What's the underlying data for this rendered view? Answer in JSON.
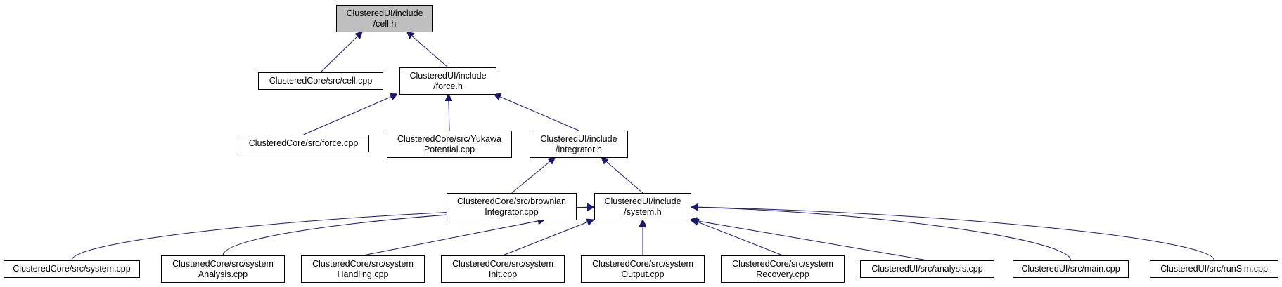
{
  "diagram": {
    "type": "include-dependency-graph",
    "colors": {
      "edge": "#191970",
      "node_border": "#000000",
      "node_fill": "#ffffff",
      "root_fill": "#bfbfbf"
    },
    "nodes": [
      {
        "id": "cell_h",
        "lines": [
          "ClusteredUI/include",
          "/cell.h"
        ],
        "root": true
      },
      {
        "id": "cell_cpp",
        "lines": [
          "ClusteredCore/src/cell.cpp"
        ]
      },
      {
        "id": "force_h",
        "lines": [
          "ClusteredUI/include",
          "/force.h"
        ]
      },
      {
        "id": "force_cpp",
        "lines": [
          "ClusteredCore/src/force.cpp"
        ]
      },
      {
        "id": "yukawa_cpp",
        "lines": [
          "ClusteredCore/src/Yukawa",
          "Potential.cpp"
        ]
      },
      {
        "id": "integrator_h",
        "lines": [
          "ClusteredUI/include",
          "/integrator.h"
        ]
      },
      {
        "id": "brownian_cpp",
        "lines": [
          "ClusteredCore/src/brownian",
          "Integrator.cpp"
        ]
      },
      {
        "id": "system_h",
        "lines": [
          "ClusteredUI/include",
          "/system.h"
        ]
      },
      {
        "id": "system_cpp",
        "lines": [
          "ClusteredCore/src/system.cpp"
        ]
      },
      {
        "id": "system_analysis_cpp",
        "lines": [
          "ClusteredCore/src/system",
          "Analysis.cpp"
        ]
      },
      {
        "id": "system_handling_cpp",
        "lines": [
          "ClusteredCore/src/system",
          "Handling.cpp"
        ]
      },
      {
        "id": "system_init_cpp",
        "lines": [
          "ClusteredCore/src/system",
          "Init.cpp"
        ]
      },
      {
        "id": "system_output_cpp",
        "lines": [
          "ClusteredCore/src/system",
          "Output.cpp"
        ]
      },
      {
        "id": "system_recovery_cpp",
        "lines": [
          "ClusteredCore/src/system",
          "Recovery.cpp"
        ]
      },
      {
        "id": "analysis_cpp",
        "lines": [
          "ClusteredUI/src/analysis.cpp"
        ]
      },
      {
        "id": "main_cpp",
        "lines": [
          "ClusteredUI/src/main.cpp"
        ]
      },
      {
        "id": "runsim_cpp",
        "lines": [
          "ClusteredUI/src/runSim.cpp"
        ]
      }
    ],
    "edges": [
      {
        "from": "cell_cpp",
        "to": "cell_h"
      },
      {
        "from": "force_h",
        "to": "cell_h"
      },
      {
        "from": "force_cpp",
        "to": "force_h"
      },
      {
        "from": "yukawa_cpp",
        "to": "force_h"
      },
      {
        "from": "integrator_h",
        "to": "force_h"
      },
      {
        "from": "brownian_cpp",
        "to": "integrator_h"
      },
      {
        "from": "system_h",
        "to": "integrator_h"
      },
      {
        "from": "system_cpp",
        "to": "system_h"
      },
      {
        "from": "system_analysis_cpp",
        "to": "system_h"
      },
      {
        "from": "system_handling_cpp",
        "to": "system_h"
      },
      {
        "from": "system_init_cpp",
        "to": "system_h"
      },
      {
        "from": "system_output_cpp",
        "to": "system_h"
      },
      {
        "from": "system_recovery_cpp",
        "to": "system_h"
      },
      {
        "from": "analysis_cpp",
        "to": "system_h"
      },
      {
        "from": "main_cpp",
        "to": "system_h"
      },
      {
        "from": "runsim_cpp",
        "to": "system_h"
      }
    ]
  }
}
